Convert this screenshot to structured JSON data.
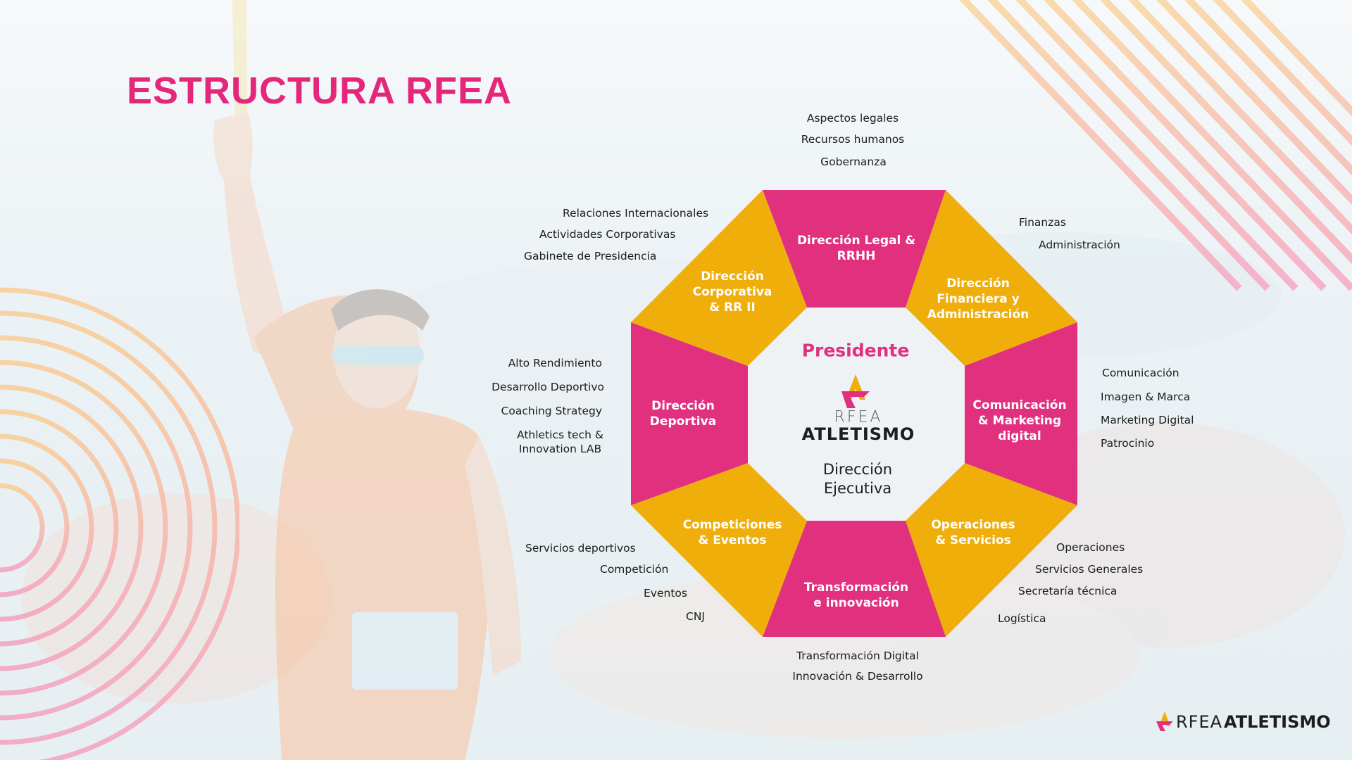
{
  "colors": {
    "magenta": "#e1307e",
    "yellow": "#efae0a",
    "title": "#e5277c",
    "center_fill": "#eef2f4",
    "text": "#1d1d1b"
  },
  "page": {
    "title": "ESTRUCTURA RFEA"
  },
  "center": {
    "title": "Presidente",
    "logo_rfea": "RFEA",
    "logo_atletismo": "ATLETISMO",
    "subtitle": "Dirección\nEjecutiva"
  },
  "segments": [
    {
      "label": "Dirección Legal &\nRRHH",
      "color": "magenta"
    },
    {
      "label": "Dirección\nFinanciera y\nAdministración",
      "color": "yellow"
    },
    {
      "label": "Comunicación\n& Marketing\ndigital",
      "color": "magenta"
    },
    {
      "label": "Operaciones\n& Servicios",
      "color": "yellow"
    },
    {
      "label": "Transformación\ne innovación",
      "color": "magenta"
    },
    {
      "label": "Competiciones\n& Eventos",
      "color": "yellow"
    },
    {
      "label": "Dirección\nDeportiva",
      "color": "magenta"
    },
    {
      "label": "Dirección\nCorporativa\n& RR II",
      "color": "yellow"
    }
  ],
  "branches": {
    "legal": [
      "Aspectos legales",
      "Recursos humanos",
      "Gobernanza"
    ],
    "financiera": [
      "Finanzas",
      "Administración"
    ],
    "comunicacion": [
      "Comunicación",
      "Imagen & Marca",
      "Marketing Digital",
      "Patrocinio"
    ],
    "operaciones": [
      "Operaciones",
      "Servicios Generales",
      "Secretaría técnica",
      "Logística"
    ],
    "transformacion": [
      "Transformación Digital",
      "Innovación & Desarrollo"
    ],
    "competiciones": [
      "Servicios deportivos",
      "Competición",
      "Eventos",
      "CNJ"
    ],
    "deportiva": [
      "Alto Rendimiento",
      "Desarrollo Deportivo",
      "Coaching Strategy",
      "Athletics tech &\nInnovation LAB"
    ],
    "corporativa": [
      "Relaciones Internacionales",
      "Actividades Corporativas",
      "Gabinete de Presidencia"
    ]
  },
  "footer": {
    "logo_rfea": "RFEA",
    "logo_atletismo": "ATLETISMO"
  }
}
